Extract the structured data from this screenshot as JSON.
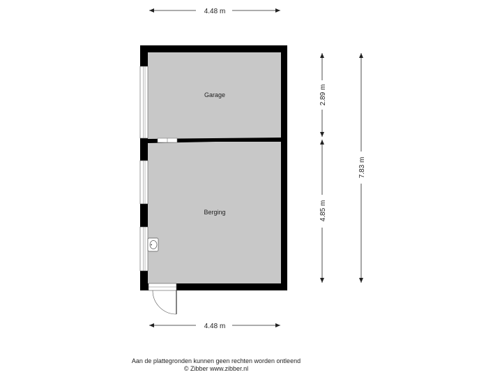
{
  "plan": {
    "rooms": [
      {
        "name": "Garage"
      },
      {
        "name": "Berging"
      }
    ],
    "dimensions": {
      "top_width": "4.48 m",
      "bottom_width": "4.48 m",
      "garage_depth": "2.89 m",
      "berging_depth": "4.85 m",
      "total_depth": "7.83 m"
    }
  },
  "footer": {
    "disclaimer": "Aan de plattegronden kunnen geen rechten worden ontleend",
    "copyright": "© Zibber www.zibber.nl"
  },
  "colors": {
    "wall": "#000000",
    "floor": "#c8c8c8",
    "window": "#ffffff"
  }
}
